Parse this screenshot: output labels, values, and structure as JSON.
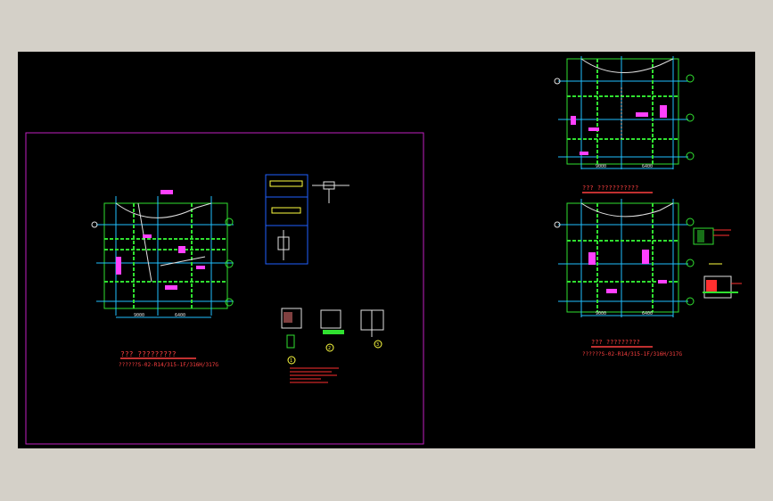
{
  "colors": {
    "background": "#000000",
    "frame": "#c020c0",
    "grid": "#20c0ff",
    "beam": "#30e030",
    "highlight": "#ff40ff",
    "annotation": "#ff3030",
    "text": "#e0e0e0",
    "detail_box": "#2060ff",
    "yellow": "#ffff40"
  },
  "drawing_left": {
    "title": "??? ?????????",
    "subtitle": "??????S-02-R14/315-1F/316H/317G",
    "dim_1": "9000",
    "dim_2": "6400"
  },
  "drawing_top_right": {
    "title": "??? ???????????",
    "dim_1": "9000",
    "dim_2": "6400"
  },
  "drawing_bottom_right": {
    "title": "??? ?????????",
    "subtitle": "??????S-02-R14/315-1F/316H/317G",
    "dim_1": "9000",
    "dim_2": "6400"
  },
  "details": {
    "marker_1": "1",
    "marker_2": "2",
    "marker_3": "3"
  }
}
